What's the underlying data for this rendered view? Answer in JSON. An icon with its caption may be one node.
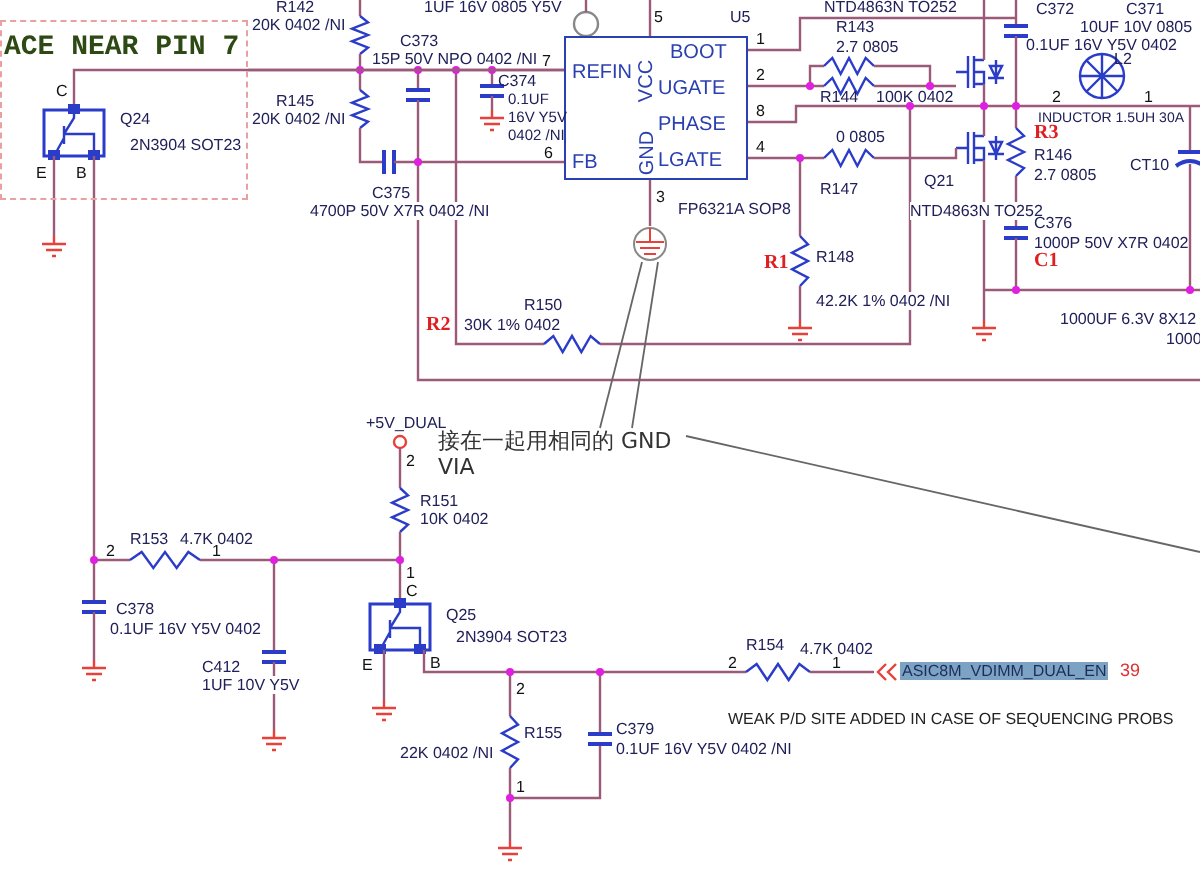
{
  "diagram": {
    "nodes": [
      {
        "text": [
          "ACE NEAR PIN 7"
        ]
      },
      {
        "text": [
          "REFIN",
          "VCC",
          "BOOT",
          "UGATE",
          "PHASE",
          "GND",
          "LGATE",
          "FB"
        ],
        "beside": [
          "U5",
          "FP6321A SOP8"
        ]
      },
      {
        "text": [
          "接在一起用相同的 GND VIA"
        ]
      },
      {
        "text": [],
        "shape": "circle"
      }
    ],
    "edges": [
      {
        "from": 2,
        "to": 3,
        "arrow": "none"
      },
      {
        "from": 2,
        "to": 3,
        "arrow": "none"
      },
      {
        "from": 2,
        "to": null,
        "arrow": "none"
      },
      {
        "from": 0,
        "to": 1,
        "arrow": "none",
        "color": "#9b5a78"
      },
      {
        "from": 1,
        "to": 3,
        "arrow": "none",
        "color": "#9b5a78"
      }
    ],
    "labels": [
      "R142",
      "20K 0402 /NI",
      "1UF 16V 0805 Y5V",
      "C373",
      "15P 50V NPO 0402 /NI",
      "7",
      "C374",
      "0.1UF 16V Y5V 0402 /NI",
      "R145",
      "Q24",
      "20K 0402 /NI",
      "2N3904 SOT23",
      "C",
      "E",
      "B",
      "6",
      "C375",
      "4700P 50V X7R 0402 /NI",
      "R2",
      "R150",
      "30K 1% 0402",
      "5",
      "1",
      "2",
      "8",
      "4",
      "3",
      "NTD4863N TO252",
      "R143",
      "2.7 0805",
      "R144",
      "100K 0402",
      "C372",
      "0.1UF 16V Y5V 0402",
      "C371",
      "10UF 10V 0805",
      "L2",
      "2",
      "1",
      "INDUCTOR 1.5UH 30A",
      "0 0805",
      "R3",
      "R146",
      "2.7 0805",
      "CT10",
      "Q21",
      "NTD4863N TO252",
      "R147",
      "C376",
      "1000P 50V X7R 0402",
      "R1",
      "R148",
      "C1",
      "42.2K 1% 0402 /NI",
      "1000UF 6.3V 8X12",
      "1000",
      "+5V_DUAL",
      "2",
      "R151",
      "10K 0402",
      "R153",
      "4.7K 0402",
      "2",
      "1",
      "1",
      "C",
      "C378",
      "0.1UF 16V Y5V 0402",
      "Q25",
      "2N3904 SOT23",
      "C412",
      "1UF 10V Y5V",
      "E",
      "B",
      "R154",
      "4.7K 0402",
      "2",
      "1",
      "ASIC8M_VDIMM_DUAL_EN",
      "39",
      "2",
      "R155",
      "22K 0402 /NI",
      "WEAK P/D SITE ADDED IN CASE OF SEQUENCING PROBS",
      "C379",
      "0.1UF 16V Y5V 0402 /NI",
      "1"
    ]
  }
}
